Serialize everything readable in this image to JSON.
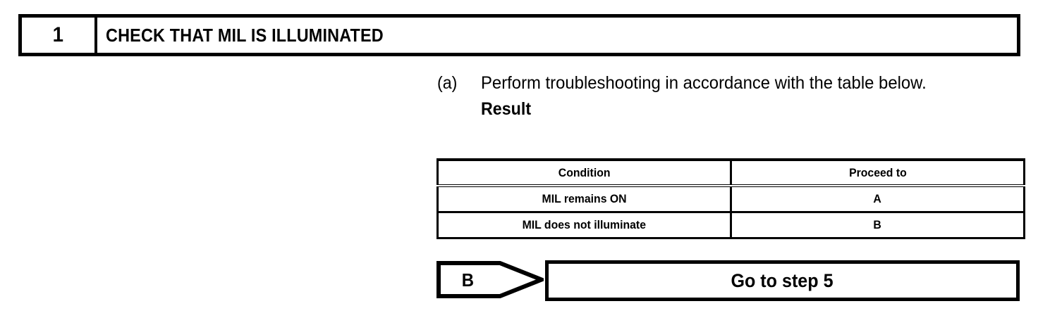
{
  "step_header": {
    "number": "1",
    "title": "CHECK THAT MIL IS ILLUMINATED"
  },
  "instruction": {
    "marker": "(a)",
    "text": "Perform troubleshooting in accordance with the table below.",
    "result_label": "Result"
  },
  "result_table": {
    "columns": [
      "Condition",
      "Proceed to"
    ],
    "rows": [
      {
        "condition": "MIL remains ON",
        "proceed_to": "A"
      },
      {
        "condition": "MIL does not illuminate",
        "proceed_to": "B"
      }
    ]
  },
  "flow": {
    "tag_label": "B",
    "action_text": "Go to step 5"
  },
  "colors": {
    "ink": "#000000",
    "paper": "#ffffff"
  }
}
